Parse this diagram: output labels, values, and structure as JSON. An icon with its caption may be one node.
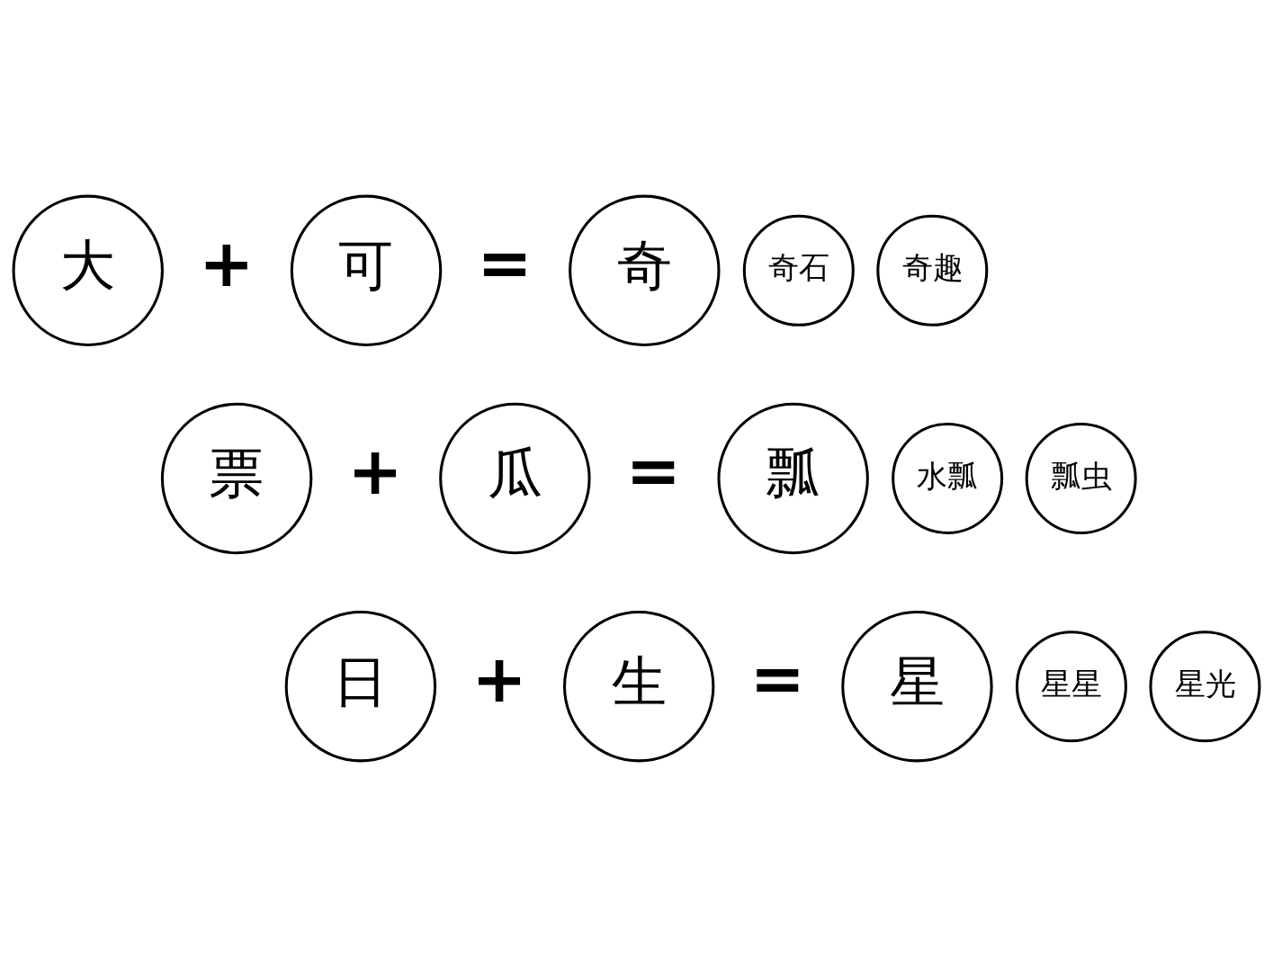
{
  "diagram": {
    "nodes": [
      {
        "text": [
          "大"
        ]
      },
      {
        "text": [
          "可"
        ]
      },
      {
        "text": [
          "奇"
        ]
      },
      {
        "text": [
          "奇石"
        ]
      },
      {
        "text": [
          "奇趣"
        ]
      },
      {
        "text": [
          "票"
        ]
      },
      {
        "text": [
          "瓜"
        ]
      },
      {
        "text": [
          "瓢"
        ]
      },
      {
        "text": [
          "水瓢"
        ]
      },
      {
        "text": [
          "瓢虫"
        ]
      },
      {
        "text": [
          "日"
        ]
      },
      {
        "text": [
          "生"
        ]
      },
      {
        "text": [
          "星"
        ]
      },
      {
        "text": [
          "星星"
        ]
      },
      {
        "text": [
          "星光"
        ]
      }
    ],
    "labels": [
      "+",
      "=",
      "+",
      "=",
      "+",
      "="
    ]
  }
}
